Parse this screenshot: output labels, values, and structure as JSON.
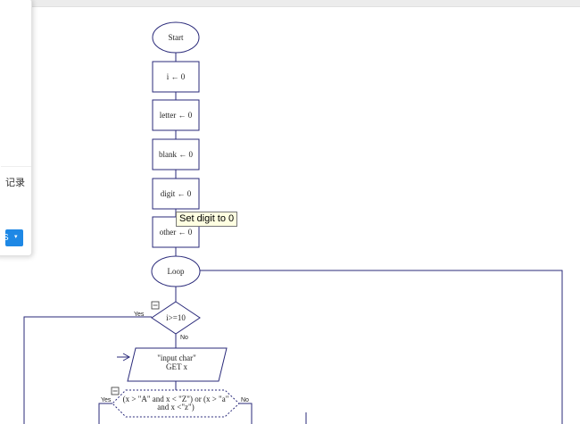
{
  "side_panel": {
    "history_label": "记录",
    "history_caret": "▾",
    "button_glyph": "S",
    "button_caret": "▾"
  },
  "tooltip": "Set digit to 0",
  "flowchart": {
    "start": "Start",
    "init_i": "i ← 0",
    "init_letter": "letter ← 0",
    "init_blank": "blank ← 0",
    "init_digit": "digit ← 0",
    "init_other": "other ← 0",
    "loop": "Loop",
    "cond1": "i>=10",
    "cond1_yes": "Yes",
    "cond1_no": "No",
    "input_line1": "\"input char\"",
    "input_line2": "GET x",
    "cond2_line1": "(x > \"A\" and x < \"Z\") or (x > \"a\"",
    "cond2_line2": "and x <\"z\")",
    "cond2_yes": "Yes",
    "cond2_no": "No"
  },
  "colors": {
    "stroke": "#2a2a7a",
    "accent": "#1e88e5",
    "tooltip_bg": "#ffffe1"
  }
}
